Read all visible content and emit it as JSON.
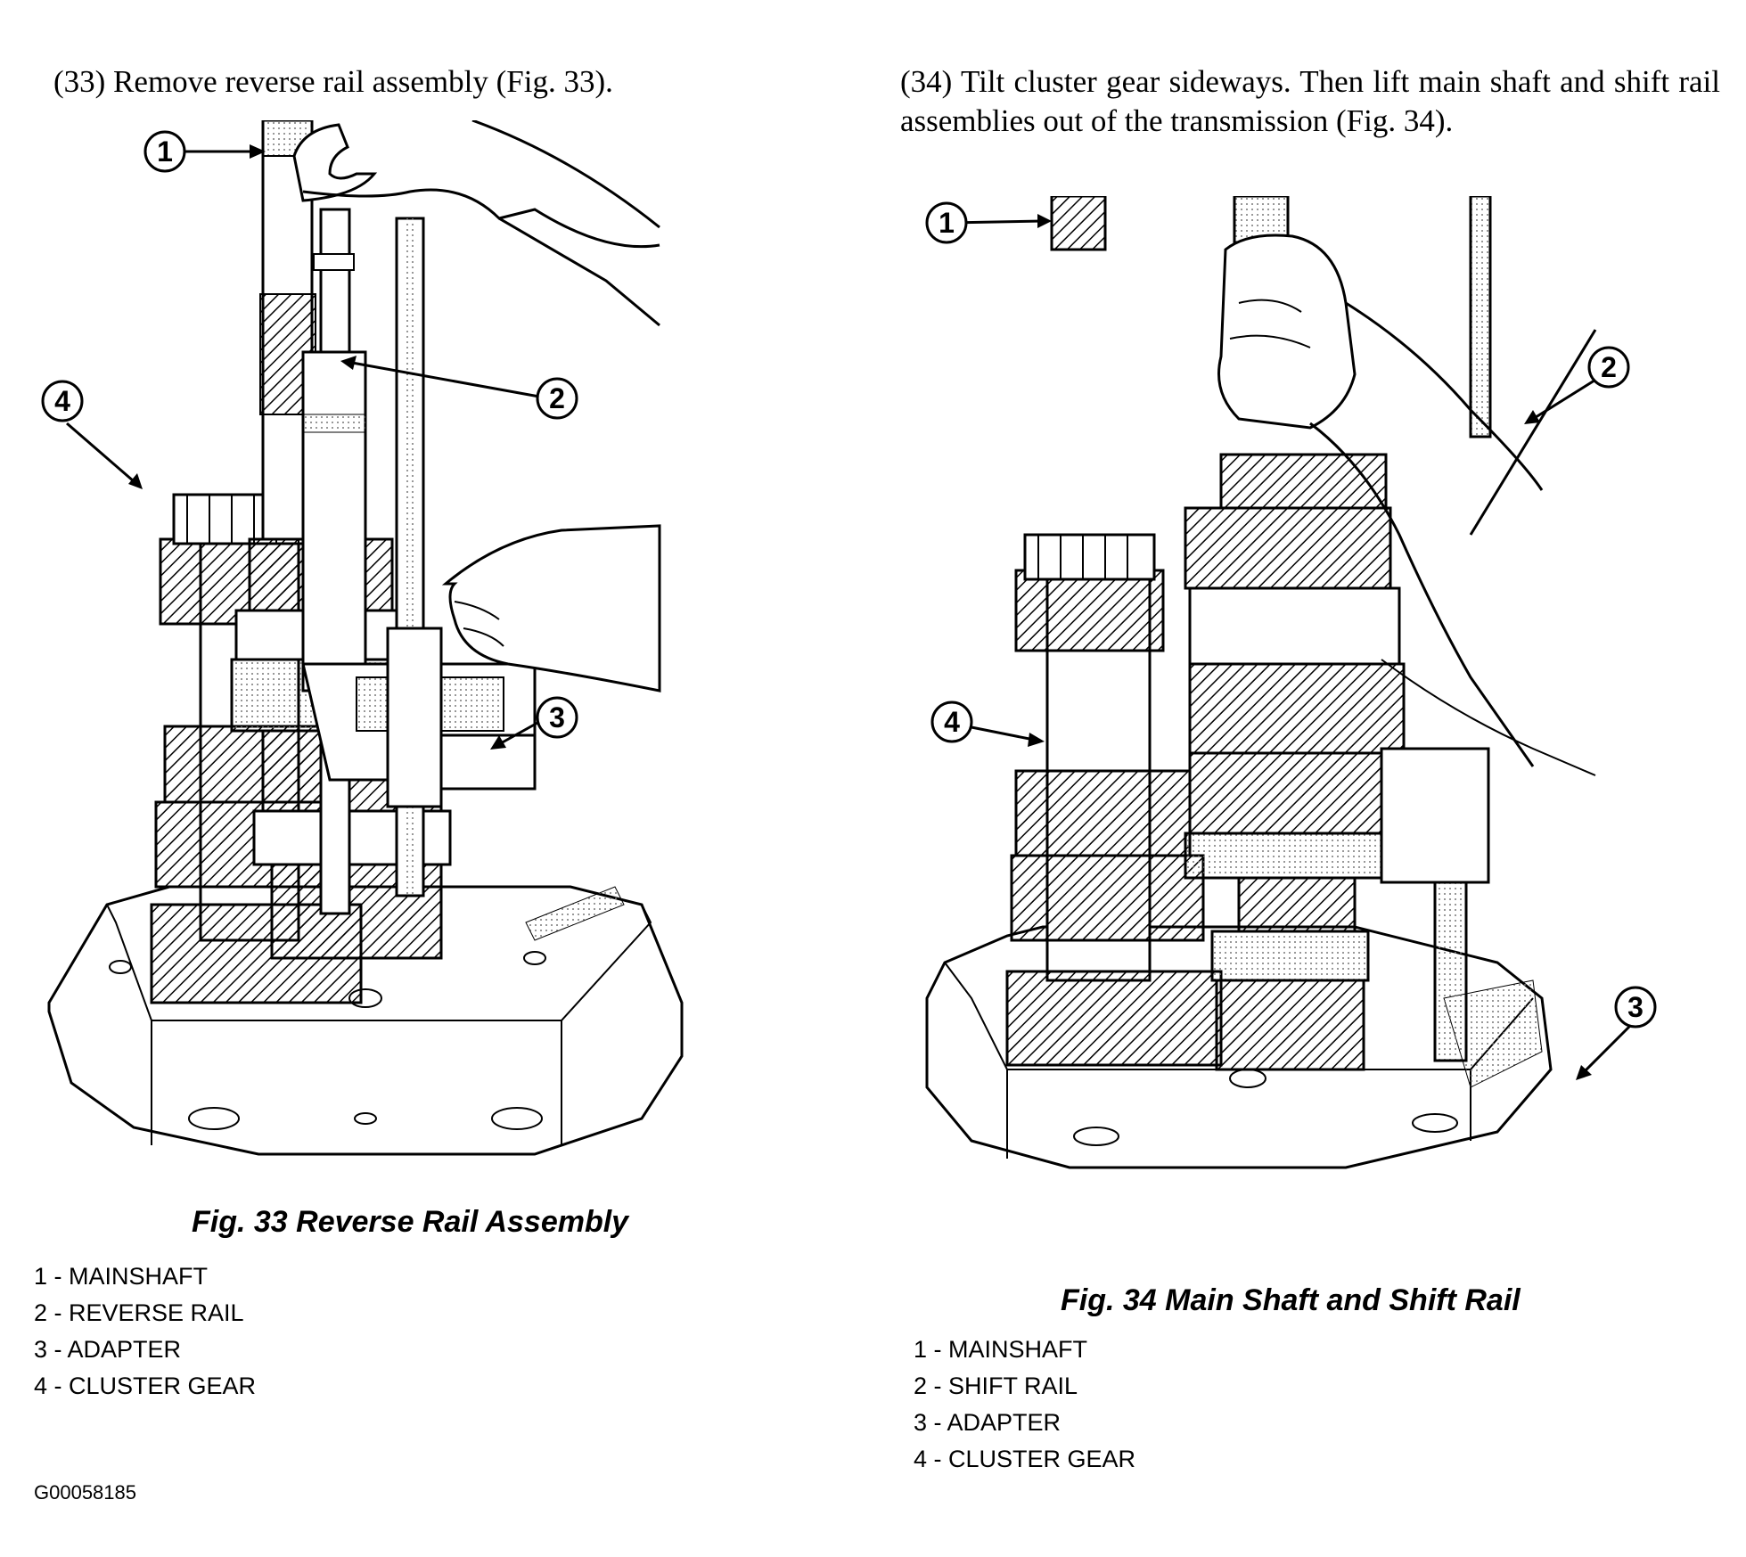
{
  "left": {
    "step_text": "(33) Remove reverse rail assembly (Fig. 33).",
    "callouts": [
      "1",
      "2",
      "3",
      "4"
    ],
    "caption": "Fig. 33 Reverse Rail Assembly",
    "legend": [
      "1 - MAINSHAFT",
      "2 - REVERSE RAIL",
      "3 - ADAPTER",
      "4 - CLUSTER GEAR"
    ]
  },
  "right": {
    "step_text": "(34) Tilt cluster gear sideways. Then lift main shaft and shift rail assemblies out of the transmission (Fig. 34).",
    "callouts": [
      "1",
      "2",
      "3",
      "4"
    ],
    "caption": "Fig. 34 Main Shaft and Shift Rail",
    "legend": [
      "1 - MAINSHAFT",
      "2 - SHIFT RAIL",
      "3 - ADAPTER",
      "4 - CLUSTER GEAR"
    ]
  },
  "doc_id": "G00058185"
}
